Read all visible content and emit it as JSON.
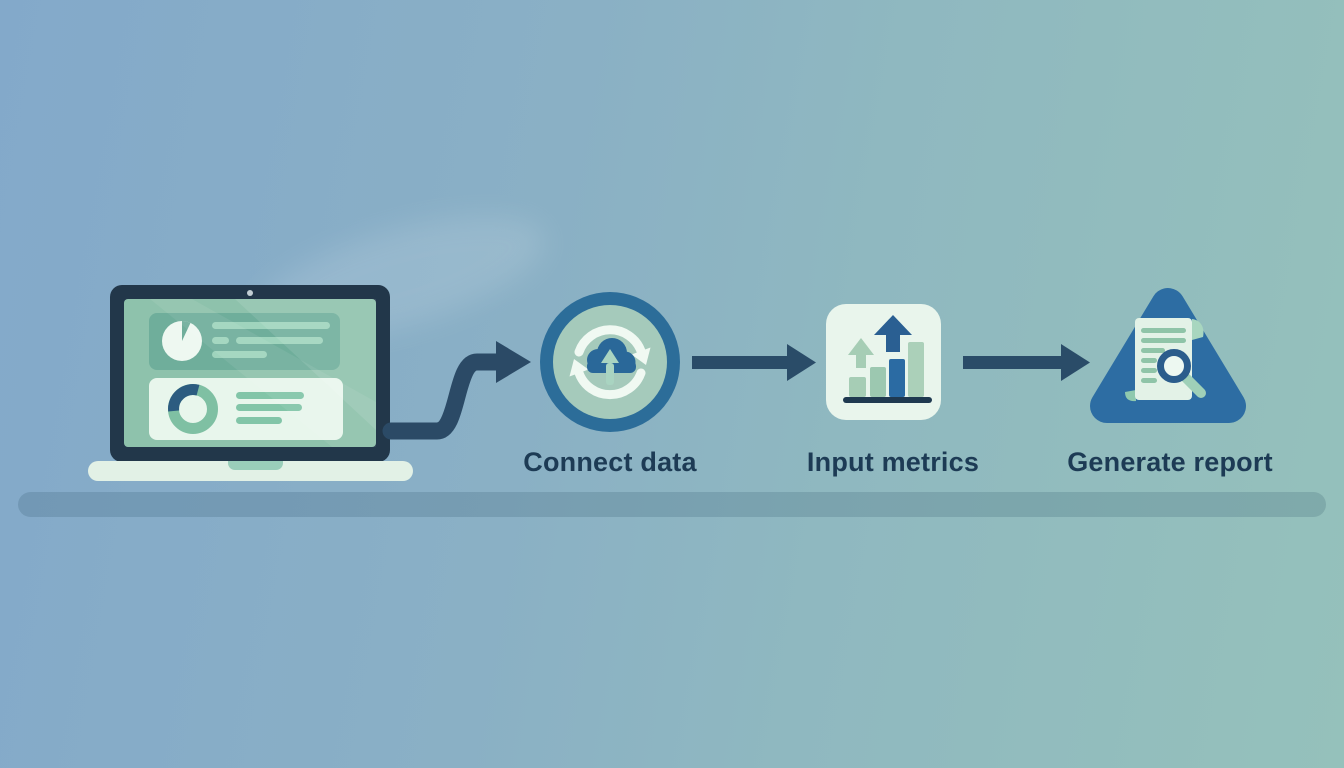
{
  "diagram": {
    "steps": [
      {
        "id": "connect-data",
        "label": "Connect data",
        "icon": "cloud-sync-icon"
      },
      {
        "id": "input-metrics",
        "label": "Input metrics",
        "icon": "bar-chart-growth-icon"
      },
      {
        "id": "generate-report",
        "label": "Generate report",
        "icon": "document-magnifier-icon"
      }
    ],
    "source_icon": "laptop-dashboard-icon",
    "connector_icon": "arrow-right-icon",
    "colors": {
      "background_left": "#83a9ca",
      "background_right": "#95c1bb",
      "connector_arrow": "#2a4c68",
      "label_text": "#1d3b55",
      "circle_ring_blue": "#2c6d99",
      "circle_fill_green": "#a5cabb",
      "icon_card_light": "#e9f5ec",
      "laptop_bezel_navy": "#22374a",
      "laptop_screen_green": "#8ec2ac",
      "accent_bar_blue": "#2b6ba3",
      "accent_doc_green": "#8fc9ae",
      "triangle_blue": "#2d6da3"
    }
  }
}
